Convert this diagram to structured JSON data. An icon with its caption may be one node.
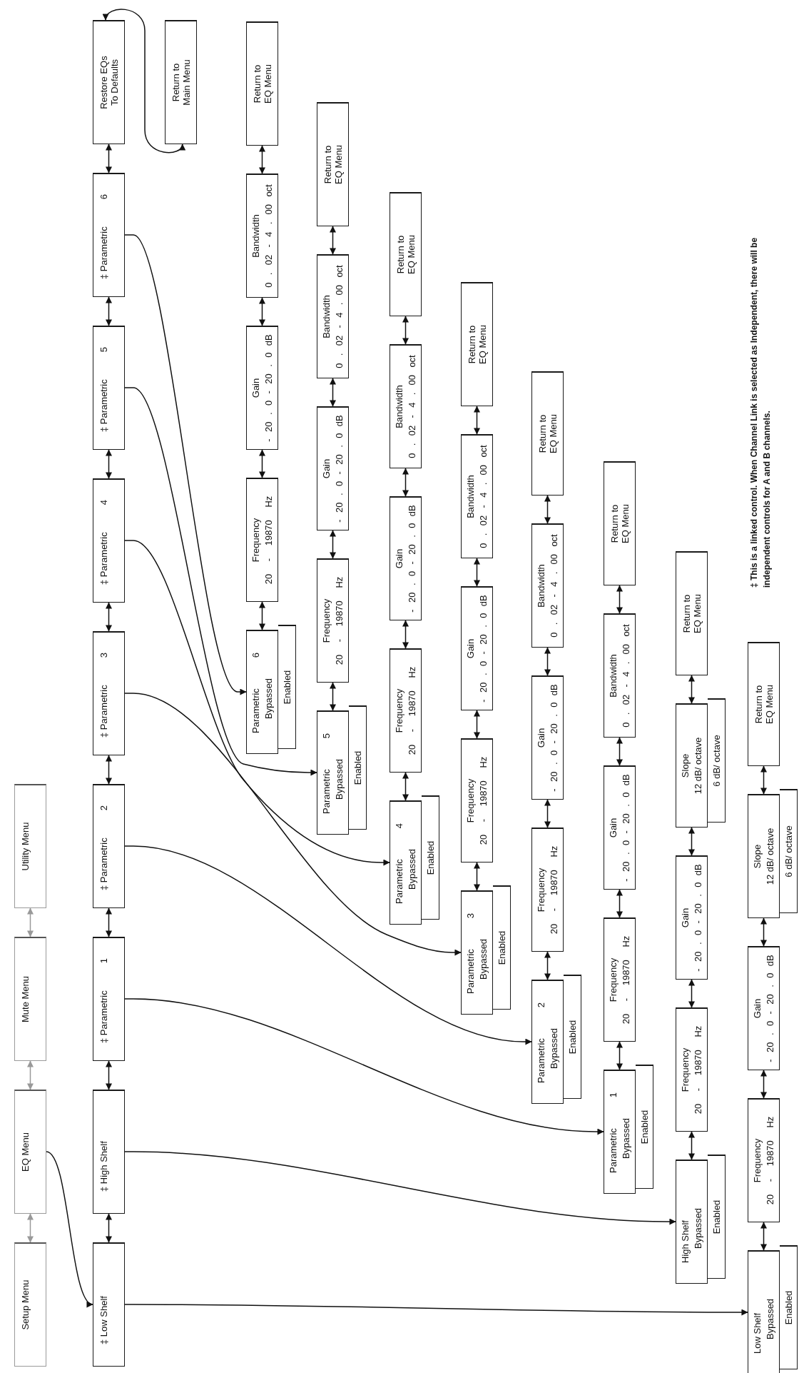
{
  "diagram": {
    "nodes": [
      {
        "text": [
          "Setup Menu"
        ]
      },
      {
        "text": [
          "EQ Menu"
        ]
      },
      {
        "text": [
          "Mute Menu"
        ]
      },
      {
        "text": [
          "Utility Menu"
        ]
      },
      {
        "text": [
          "‡ Low Shelf"
        ]
      },
      {
        "text": [
          "‡ High Shelf"
        ]
      },
      {
        "text": [
          "‡ Parametric",
          "1"
        ]
      },
      {
        "text": [
          "‡ Parametric",
          "2"
        ]
      },
      {
        "text": [
          "‡ Parametric",
          "3"
        ]
      },
      {
        "text": [
          "‡ Parametric",
          "4"
        ]
      },
      {
        "text": [
          "‡ Parametric",
          "5"
        ]
      },
      {
        "text": [
          "‡ Parametric",
          "6"
        ]
      },
      {
        "text": [
          "Restore EQs To Defaults"
        ]
      },
      {
        "text": [
          "Return to Main Menu"
        ]
      },
      {
        "text": [
          "Parametric",
          "6",
          "Bypassed"
        ]
      },
      {
        "text": [
          "Enabled"
        ]
      },
      {
        "text": [
          "Frequency",
          "20 - 19870 Hz"
        ]
      },
      {
        "text": [
          "Gain",
          "- 20 . 0 - 20 . 0 dB"
        ]
      },
      {
        "text": [
          "Bandwidth",
          "0 . 02 - 4 . 00 oct"
        ]
      },
      {
        "text": [
          "Return to EQ Menu"
        ]
      },
      {
        "text": [
          "Parametric",
          "5",
          "Bypassed"
        ]
      },
      {
        "text": [
          "Enabled"
        ]
      },
      {
        "text": [
          "Frequency",
          "20 - 19870 Hz"
        ]
      },
      {
        "text": [
          "Gain",
          "- 20 . 0 - 20 . 0 dB"
        ]
      },
      {
        "text": [
          "Bandwidth",
          "0 . 02 - 4 . 00 oct"
        ]
      },
      {
        "text": [
          "Return to EQ Menu"
        ]
      },
      {
        "text": [
          "Parametric",
          "4",
          "Bypassed"
        ]
      },
      {
        "text": [
          "Enabled"
        ]
      },
      {
        "text": [
          "Frequency",
          "20 - 19870 Hz"
        ]
      },
      {
        "text": [
          "Gain",
          "- 20 . 0 - 20 . 0 dB"
        ]
      },
      {
        "text": [
          "Bandwidth",
          "0 . 02 - 4 . 00 oct"
        ]
      },
      {
        "text": [
          "Return to EQ Menu"
        ]
      },
      {
        "text": [
          "Parametric",
          "3",
          "Bypassed"
        ]
      },
      {
        "text": [
          "Enabled"
        ]
      },
      {
        "text": [
          "Frequency",
          "20 - 19870 Hz"
        ]
      },
      {
        "text": [
          "Gain",
          "- 20 . 0 - 20 . 0 dB"
        ]
      },
      {
        "text": [
          "Bandwidth",
          "0 . 02 - 4 . 00 oct"
        ]
      },
      {
        "text": [
          "Return to EQ Menu"
        ]
      },
      {
        "text": [
          "Parametric",
          "2",
          "Bypassed"
        ]
      },
      {
        "text": [
          "Enabled"
        ]
      },
      {
        "text": [
          "Frequency",
          "20 - 19870 Hz"
        ]
      },
      {
        "text": [
          "Gain",
          "- 20 . 0 - 20 . 0 dB"
        ]
      },
      {
        "text": [
          "Bandwidth",
          "0 . 02 - 4 . 00 oct"
        ]
      },
      {
        "text": [
          "Return to EQ Menu"
        ]
      },
      {
        "text": [
          "Parametric",
          "1",
          "Bypassed"
        ]
      },
      {
        "text": [
          "Enabled"
        ]
      },
      {
        "text": [
          "Frequency",
          "20 - 19870 Hz"
        ]
      },
      {
        "text": [
          "Gain",
          "- 20 . 0 - 20 . 0 dB"
        ]
      },
      {
        "text": [
          "Bandwidth",
          "0 . 02 - 4 . 00 oct"
        ]
      },
      {
        "text": [
          "Return to EQ Menu"
        ]
      },
      {
        "text": [
          "High Shelf",
          "Bypassed"
        ]
      },
      {
        "text": [
          "Enabled"
        ]
      },
      {
        "text": [
          "Frequency",
          "20 - 19870 Hz"
        ]
      },
      {
        "text": [
          "Gain",
          "- 20 . 0 - 20 . 0 dB"
        ]
      },
      {
        "text": [
          "Slope",
          "12 dB/ octave"
        ]
      },
      {
        "text": [
          "6 dB/ octave"
        ]
      },
      {
        "text": [
          "Return to EQ Menu"
        ]
      },
      {
        "text": [
          "Low Shelf",
          "Bypassed"
        ]
      },
      {
        "text": [
          "Enabled"
        ]
      },
      {
        "text": [
          "Frequency",
          "20 - 19870 Hz"
        ]
      },
      {
        "text": [
          "Gain",
          "- 20 . 0 - 20 . 0 dB"
        ]
      },
      {
        "text": [
          "Slope",
          "12 dB/ octave"
        ]
      },
      {
        "text": [
          "6 dB/ octave"
        ]
      },
      {
        "text": [
          "Return to EQ Menu"
        ]
      }
    ],
    "edges": [
      {
        "from": 0,
        "to": 1,
        "arrow": "both",
        "color": "#999999"
      },
      {
        "from": 1,
        "to": 2,
        "arrow": "both",
        "color": "#999999"
      },
      {
        "from": 2,
        "to": 3,
        "arrow": "both",
        "color": "#999999"
      },
      {
        "from": 1,
        "to": 4,
        "arrow": "to"
      },
      {
        "from": 4,
        "to": 5,
        "arrow": "both"
      },
      {
        "from": 5,
        "to": 6,
        "arrow": "both"
      },
      {
        "from": 6,
        "to": 7,
        "arrow": "both"
      },
      {
        "from": 7,
        "to": 8,
        "arrow": "both"
      },
      {
        "from": 8,
        "to": 9,
        "arrow": "both"
      },
      {
        "from": 9,
        "to": 10,
        "arrow": "both"
      },
      {
        "from": 10,
        "to": 11,
        "arrow": "both"
      },
      {
        "from": 11,
        "to": 12,
        "arrow": "both"
      },
      {
        "from": 12,
        "to": 13,
        "arrow": "both"
      },
      {
        "from": 11,
        "to": 14,
        "arrow": "to"
      },
      {
        "from": 10,
        "to": 20,
        "arrow": "to"
      },
      {
        "from": 9,
        "to": 26,
        "arrow": "to"
      },
      {
        "from": 8,
        "to": 32,
        "arrow": "to"
      },
      {
        "from": 7,
        "to": 38,
        "arrow": "to"
      },
      {
        "from": 6,
        "to": 44,
        "arrow": "to"
      },
      {
        "from": 5,
        "to": 50,
        "arrow": "to"
      },
      {
        "from": 4,
        "to": 57,
        "arrow": "to"
      },
      {
        "from": 14,
        "to": 16,
        "arrow": "both"
      },
      {
        "from": 16,
        "to": 17,
        "arrow": "both"
      },
      {
        "from": 17,
        "to": 18,
        "arrow": "both"
      },
      {
        "from": 18,
        "to": 19,
        "arrow": "both"
      },
      {
        "from": 20,
        "to": 22,
        "arrow": "both"
      },
      {
        "from": 22,
        "to": 23,
        "arrow": "both"
      },
      {
        "from": 23,
        "to": 24,
        "arrow": "both"
      },
      {
        "from": 24,
        "to": 25,
        "arrow": "both"
      },
      {
        "from": 26,
        "to": 28,
        "arrow": "both"
      },
      {
        "from": 28,
        "to": 29,
        "arrow": "both"
      },
      {
        "from": 29,
        "to": 30,
        "arrow": "both"
      },
      {
        "from": 30,
        "to": 31,
        "arrow": "both"
      },
      {
        "from": 32,
        "to": 34,
        "arrow": "both"
      },
      {
        "from": 34,
        "to": 35,
        "arrow": "both"
      },
      {
        "from": 35,
        "to": 36,
        "arrow": "both"
      },
      {
        "from": 36,
        "to": 37,
        "arrow": "both"
      },
      {
        "from": 38,
        "to": 40,
        "arrow": "both"
      },
      {
        "from": 40,
        "to": 41,
        "arrow": "both"
      },
      {
        "from": 41,
        "to": 42,
        "arrow": "both"
      },
      {
        "from": 42,
        "to": 43,
        "arrow": "both"
      },
      {
        "from": 44,
        "to": 46,
        "arrow": "both"
      },
      {
        "from": 46,
        "to": 47,
        "arrow": "both"
      },
      {
        "from": 47,
        "to": 48,
        "arrow": "both"
      },
      {
        "from": 48,
        "to": 49,
        "arrow": "both"
      },
      {
        "from": 50,
        "to": 52,
        "arrow": "both"
      },
      {
        "from": 52,
        "to": 53,
        "arrow": "both"
      },
      {
        "from": 53,
        "to": 54,
        "arrow": "both"
      },
      {
        "from": 54,
        "to": 56,
        "arrow": "both"
      },
      {
        "from": 57,
        "to": 59,
        "arrow": "both"
      },
      {
        "from": 59,
        "to": 60,
        "arrow": "both"
      },
      {
        "from": 60,
        "to": 61,
        "arrow": "both"
      },
      {
        "from": 61,
        "to": 63,
        "arrow": "both"
      }
    ],
    "labels": [
      "‡ This is a linked control. When Channel Link is selected as Independent, there will be independent controls for A and B channels."
    ]
  }
}
